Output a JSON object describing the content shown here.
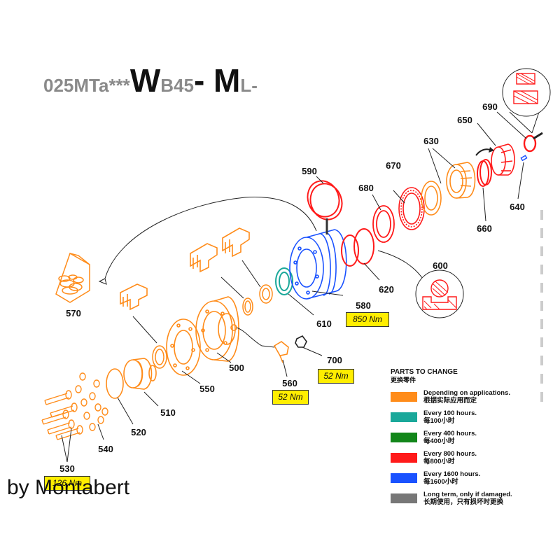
{
  "title": {
    "part1": "025MTa***",
    "part2": "W",
    "part3": "B45",
    "part4": "- ",
    "part5": "M",
    "part6": "L-"
  },
  "labels": {
    "p500": "500",
    "p510": "510",
    "p520": "520",
    "p530": "530",
    "p540": "540",
    "p550": "550",
    "p560": "560",
    "p570": "570",
    "p580": "580",
    "p590": "590",
    "p600": "600",
    "p610": "610",
    "p620": "620",
    "p630": "630",
    "p640": "640",
    "p650": "650",
    "p660": "660",
    "p670": "670",
    "p680": "680",
    "p690": "690",
    "p700": "700"
  },
  "torques": {
    "t580": "850 Nm",
    "t700": "52 Nm",
    "t560": "52 Nm",
    "t530": "126 Nm"
  },
  "legend": {
    "title": "PARTS TO CHANGE",
    "title_cn": "更换零件",
    "items": [
      {
        "color": "#ff8c1a",
        "text_en": "Depending on applications.",
        "text_cn": "根据实际应用而定"
      },
      {
        "color": "#1aa89a",
        "text_en": "Every 100 hours.",
        "text_cn": "每100小时"
      },
      {
        "color": "#12861a",
        "text_en": "Every 400 hours.",
        "text_cn": "每400小时"
      },
      {
        "color": "#ff1a1a",
        "text_en": "Every 800 hours.",
        "text_cn": "每800小时"
      },
      {
        "color": "#1a52ff",
        "text_en": "Every 1600 hours.",
        "text_cn": "每1600小时"
      },
      {
        "color": "#777777",
        "text_en": "Long term, only if damaged.",
        "text_cn": "长期使用，只有损坏时更换"
      }
    ]
  },
  "credit": "by Montabert"
}
